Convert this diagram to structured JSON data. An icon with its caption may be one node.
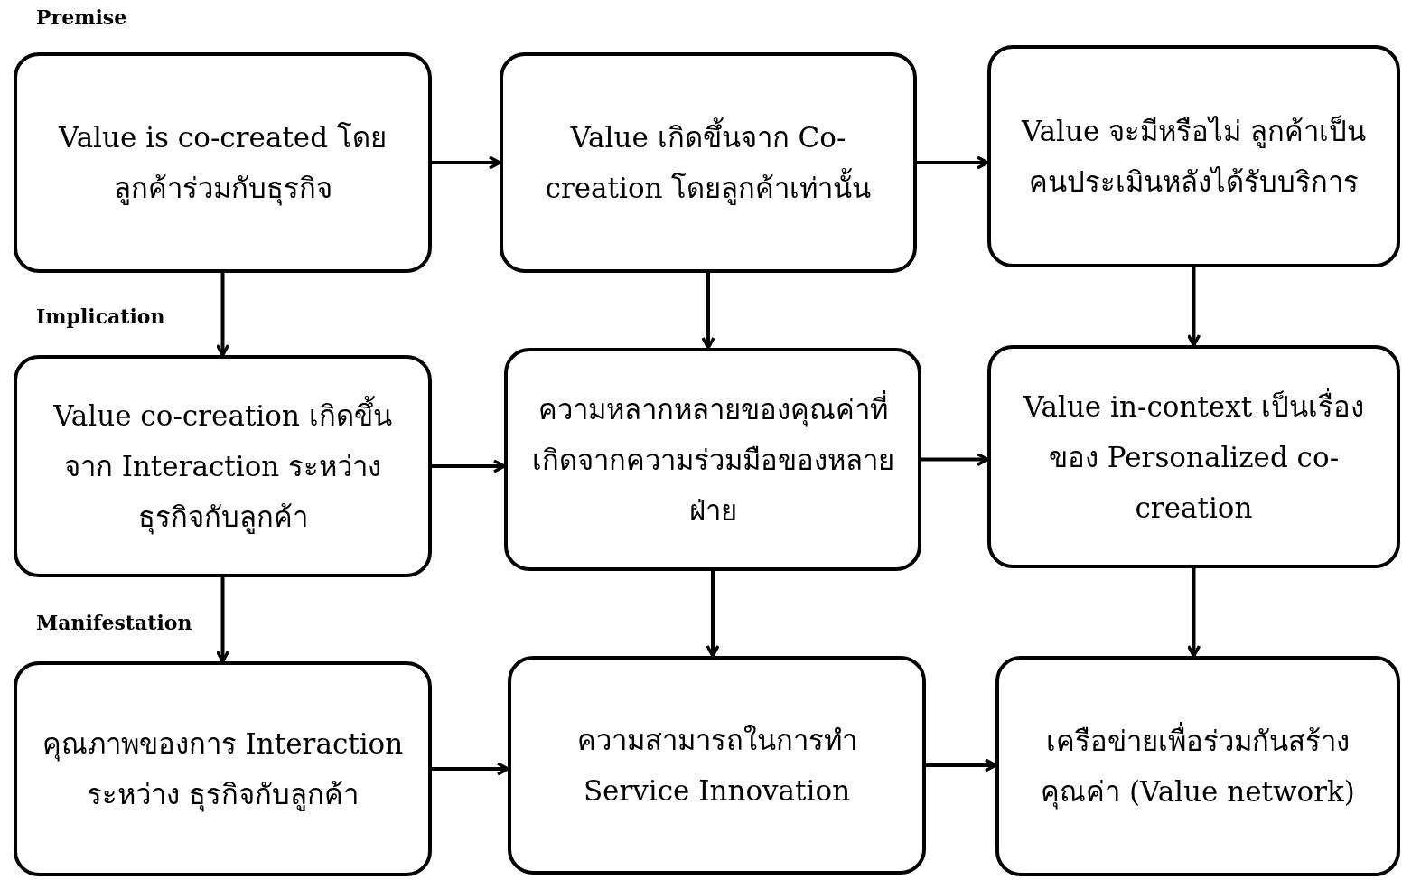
{
  "diagram": {
    "nodes": [
      {
        "text": [
          "Value is co-created โดยลูกค้าร่วมกับธุรกิจ"
        ]
      },
      {
        "text": [
          "Value เกิดขึ้นจาก Co-creation โดยลูกค้าเท่านั้น"
        ]
      },
      {
        "text": [
          "Value จะมีหรือไม่ ลูกค้าเป็นคนประเมินหลังได้รับบริการ"
        ]
      },
      {
        "text": [
          "Value co-creation เกิดขึ้นจาก Interaction ระหว่างธุรกิจกับลูกค้า"
        ]
      },
      {
        "text": [
          "ความหลากหลายของคุณค่าที่เกิดจากความร่วมมือของหลายฝ่าย"
        ]
      },
      {
        "text": [
          "Value in-context เป็นเรื่องของ Personalized co-creation"
        ]
      },
      {
        "text": [
          "คุณภาพของการ Interaction ระหว่าง ธุรกิจกับลูกค้า"
        ]
      },
      {
        "text": [
          "ความสามารถในการทำ Service Innovation"
        ]
      },
      {
        "text": [
          "เครือข่ายเพื่อร่วมกันสร้างคุณค่า (Value network)"
        ]
      }
    ],
    "edges": [
      {
        "from": 0,
        "to": 1,
        "arrow": "to"
      },
      {
        "from": 1,
        "to": 2,
        "arrow": "to"
      },
      {
        "from": 0,
        "to": 3,
        "arrow": "to"
      },
      {
        "from": 1,
        "to": 4,
        "arrow": "to"
      },
      {
        "from": 2,
        "to": 5,
        "arrow": "to"
      },
      {
        "from": 3,
        "to": 4,
        "arrow": "to"
      },
      {
        "from": 4,
        "to": 5,
        "arrow": "to"
      },
      {
        "from": 3,
        "to": 6,
        "arrow": "to"
      },
      {
        "from": 4,
        "to": 7,
        "arrow": "to"
      },
      {
        "from": 5,
        "to": 8,
        "arrow": "to"
      },
      {
        "from": 6,
        "to": 7,
        "arrow": "to"
      },
      {
        "from": 7,
        "to": 8,
        "arrow": "to"
      }
    ],
    "labels": [
      "Premise",
      "Implication",
      "Manifestation"
    ]
  }
}
